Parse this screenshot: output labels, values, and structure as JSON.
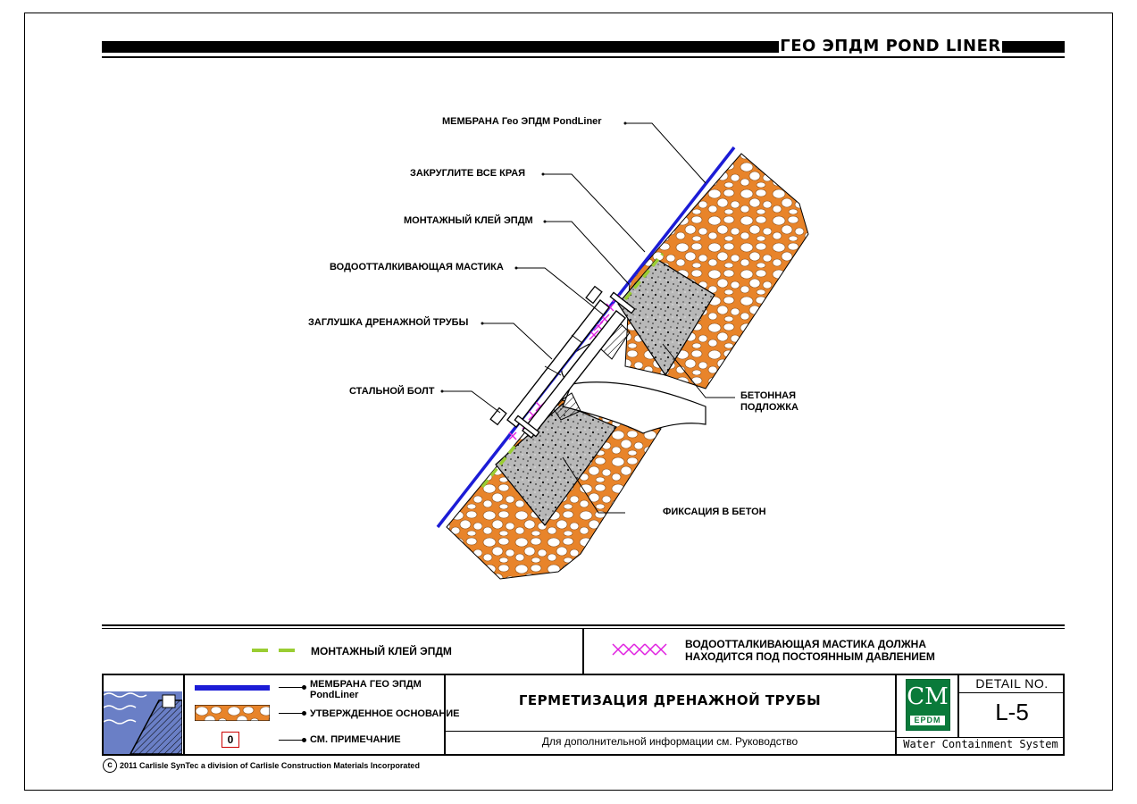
{
  "header": {
    "title": "ГЕО ЭПДМ POND LINER"
  },
  "callouts": {
    "membrane": "МЕМБРАНА Гео ЭПДМ PondLiner",
    "round_edges": "ЗАКРУГЛИТЕ ВСЕ КРАЯ",
    "adhesive": "МОНТАЖНЫЙ КЛЕЙ ЭПДМ",
    "mastic": "ВОДООТТАЛКИВАЮЩАЯ МАСТИКА",
    "pipe_plug": "ЗАГЛУШКА ДРЕНАЖНОЙ ТРУБЫ",
    "steel_bolt": "СТАЛЬНОЙ БОЛТ",
    "concrete_base_1": "БЕТОННАЯ",
    "concrete_base_2": "ПОДЛОЖКА",
    "fix_concrete": "ФИКСАЦИЯ В БЕТОН"
  },
  "legend": {
    "adhesive": "МОНТАЖНЫЙ КЛЕЙ ЭПДМ",
    "mastic_1": "ВОДООТТАЛКИВАЮЩАЯ МАСТИКА ДОЛЖНА",
    "mastic_2": "НАХОДИТСЯ ПОД ПОСТОЯННЫМ ДАВЛЕНИЕМ"
  },
  "title_block": {
    "membrane_1": "МЕМБРАНА ГЕО ЭПДМ",
    "membrane_2": "PondLiner",
    "base": "УТВЕРЖДЕННОЕ ОСНОВАНИЕ",
    "note_num": "0",
    "note": "СМ. ПРИМЕЧАНИЕ",
    "title": "ГЕРМЕТИЗАЦИЯ ДРЕНАЖНОЙ ТРУБЫ",
    "subtitle": "Для дополнительной информации см. Руководство",
    "detail_label": "DETAIL NO.",
    "detail_number": "L-5",
    "logo_letters": "CM",
    "logo_sub": "EPDM",
    "system": "Water Containment System",
    "copyright_symbol": "c",
    "copyright": "2011 Carlisle SynTec a division of Carlisle Construction Materials Incorporated"
  },
  "colors": {
    "membrane": "#1c1cd6",
    "adhesive": "#9acd32",
    "mastic": "#e020e0",
    "gravel": "#e8842a",
    "concrete": "#b8b8b8",
    "logo": "#0a7a3a"
  }
}
